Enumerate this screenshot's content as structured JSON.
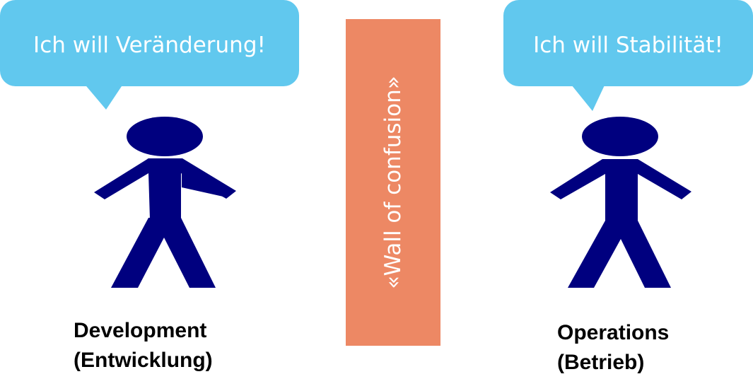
{
  "left_speech": "Ich will Veränderung!",
  "right_speech": "Ich will Stabilität!",
  "wall_label": "«Wall of confusion»",
  "development": {
    "name": "Development",
    "translation": "(Entwicklung)"
  },
  "operations": {
    "name": "Operations",
    "translation": "(Betrieb)"
  },
  "colors": {
    "bubble": "#61c8ee",
    "wall": "#ed8864",
    "figure": "#00007f"
  }
}
